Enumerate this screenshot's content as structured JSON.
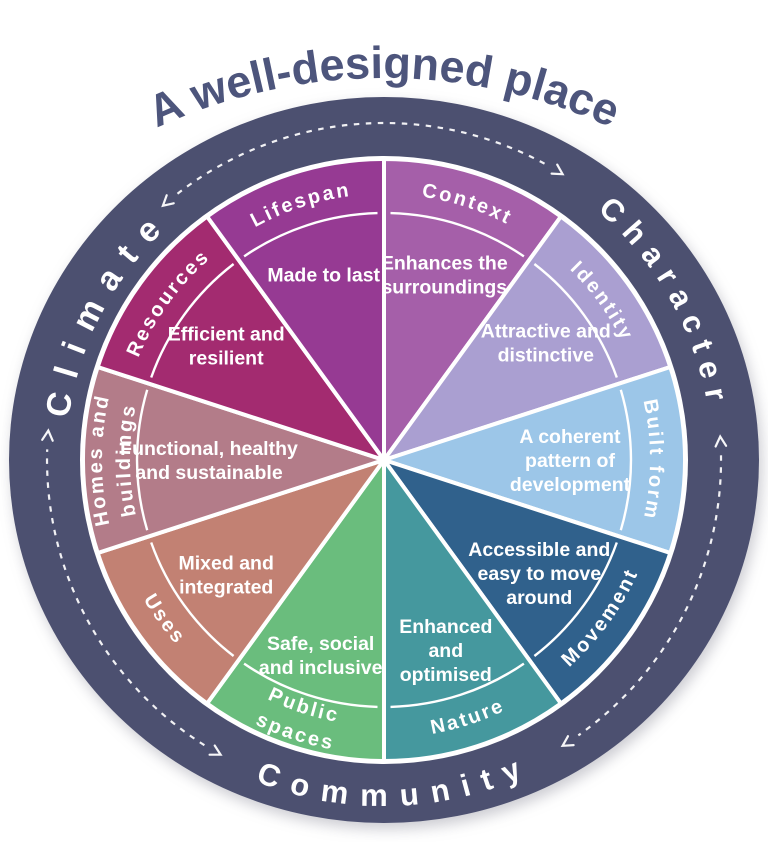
{
  "title": {
    "text": "A well-designed place",
    "color": "#4d557c"
  },
  "ring": {
    "color": "#4c5070",
    "themes": [
      {
        "label": "Character",
        "center_angle": 61
      },
      {
        "label": "Community",
        "center_angle": 178
      },
      {
        "label": "Climate",
        "center_angle": 298
      }
    ],
    "arrows": [
      {
        "from": 319,
        "to": 392,
        "style": "dashed",
        "heads": "both",
        "position": "top"
      },
      {
        "from": 86,
        "to": 148,
        "style": "dashed",
        "heads": "both",
        "position": "right"
      },
      {
        "from": 209,
        "to": 275,
        "style": "dashed",
        "heads": "both",
        "position": "bottom-left"
      }
    ]
  },
  "segments": [
    {
      "id": "context",
      "label_lines": [
        "Context"
      ],
      "description": [
        "Enhances the",
        "surroundings"
      ],
      "color": "#a55fa9",
      "start_angle": 0,
      "end_angle": 36,
      "label_style": "out",
      "desc_r": 195
    },
    {
      "id": "identity",
      "label_lines": [
        "Identity"
      ],
      "description": [
        "Attractive and",
        "distinctive"
      ],
      "color": "#aa9fd1",
      "start_angle": 36,
      "end_angle": 72,
      "label_style": "out",
      "desc_r": 200
    },
    {
      "id": "built-form",
      "label_lines": [
        "Built form"
      ],
      "description": [
        "A coherent",
        "pattern of",
        "development"
      ],
      "color": "#9cc6e8",
      "start_angle": 72,
      "end_angle": 108,
      "label_style": "out",
      "desc_r": 186
    },
    {
      "id": "movement",
      "label_lines": [
        "Movement"
      ],
      "description": [
        "Accessible and",
        "easy to move",
        "around"
      ],
      "color": "#30618c",
      "start_angle": 108,
      "end_angle": 144,
      "label_style": "in",
      "desc_r": 192
    },
    {
      "id": "nature",
      "label_lines": [
        "Nature"
      ],
      "description": [
        "Enhanced",
        "and",
        "optimised"
      ],
      "color": "#45989e",
      "start_angle": 144,
      "end_angle": 180,
      "label_style": "in",
      "desc_r": 200
    },
    {
      "id": "public-spaces",
      "label_lines": [
        "Public",
        "spaces"
      ],
      "description": [
        "Safe, social",
        "and inclusive"
      ],
      "color": "#6abd7d",
      "start_angle": 180,
      "end_angle": 216,
      "label_style": "in",
      "desc_r": 205
    },
    {
      "id": "uses",
      "label_lines": [
        "Uses"
      ],
      "description": [
        "Mixed and",
        "integrated"
      ],
      "color": "#c28173",
      "start_angle": 216,
      "end_angle": 252,
      "label_style": "in",
      "desc_r": 195
    },
    {
      "id": "homes-and-buildings",
      "label_lines": [
        "Homes and",
        "buildings"
      ],
      "description": [
        "Functional, healthy",
        "and sustainable"
      ],
      "color": "#b37c89",
      "start_angle": 252,
      "end_angle": 288,
      "label_style": "out",
      "desc_r": 175
    },
    {
      "id": "resources",
      "label_lines": [
        "Resources"
      ],
      "description": [
        "Efficient and",
        "resilient"
      ],
      "color": "#a32b70",
      "start_angle": 288,
      "end_angle": 324,
      "label_style": "out",
      "desc_r": 195
    },
    {
      "id": "lifespan",
      "label_lines": [
        "Lifespan"
      ],
      "description": [
        "Made to last"
      ],
      "color": "#963a93",
      "start_angle": 324,
      "end_angle": 360,
      "label_style": "out",
      "desc_r": 195
    }
  ],
  "text_color": "#ffffff"
}
